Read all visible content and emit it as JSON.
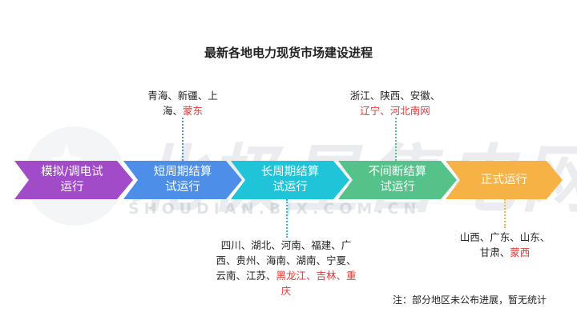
{
  "title": "最新各地电力现货市场建设进程",
  "watermark": {
    "main": "北极星售电网",
    "sub": "SHOUDIAN.BJX.COM.CN"
  },
  "stages": [
    {
      "line1": "模拟/调电试",
      "line2": "运行",
      "color": "#a24bc9"
    },
    {
      "line1": "短周期结算",
      "line2": "试运行",
      "color": "#4d8ee8"
    },
    {
      "line1": "长周期结算",
      "line2": "试运行",
      "color": "#1fc4d9"
    },
    {
      "line1": "不间断结算",
      "line2": "试运行",
      "color": "#55c28a"
    },
    {
      "line1": "正式运行",
      "line2": "",
      "color": "#f7b245"
    }
  ],
  "annotations": {
    "short": {
      "black_1": "青海、新疆、上",
      "black_2": "海、",
      "red": "蒙东"
    },
    "continuous": {
      "black_1": "浙江、陕西、安徽、",
      "red_2": "辽宁、河北南网"
    },
    "long": {
      "black_1": "四川、湖北、河南、福建、广",
      "black_2": "西、贵州、海南、湖南、宁夏、",
      "black_3a": "云南、江苏、",
      "red_3": "黑龙江、吉林、重",
      "red_4": "庆"
    },
    "formal": {
      "black_1": "山西、广东、山东、",
      "black_2": "甘肃、",
      "red": "蒙西"
    }
  },
  "note": "注：部分地区未公布进展，暂无统计"
}
